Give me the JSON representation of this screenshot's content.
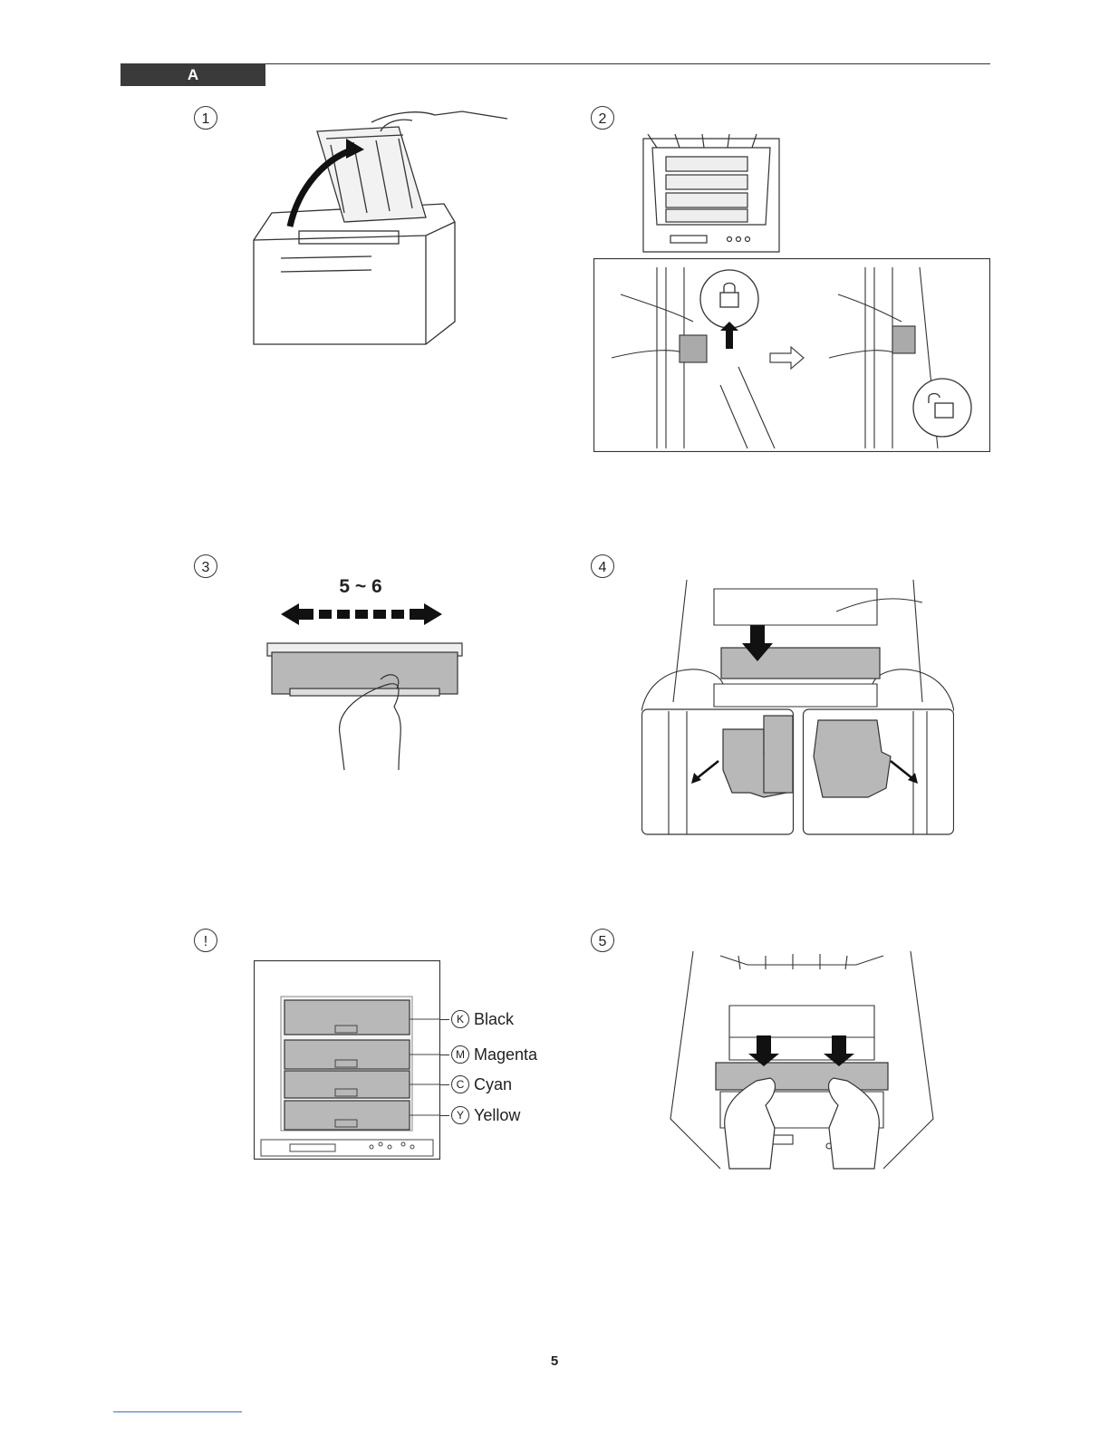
{
  "header": {
    "section_letter": "A"
  },
  "steps": [
    {
      "id": "1",
      "label": "1"
    },
    {
      "id": "2",
      "label": "2"
    },
    {
      "id": "3",
      "label": "3"
    },
    {
      "id": "4",
      "label": "4"
    },
    {
      "id": "caution",
      "label": "!"
    },
    {
      "id": "5",
      "label": "5"
    }
  ],
  "step3": {
    "shake_count": "5 ~ 6"
  },
  "caution": {
    "slots": [
      {
        "letter": "K",
        "name": "Black"
      },
      {
        "letter": "M",
        "name": "Magenta"
      },
      {
        "letter": "C",
        "name": "Cyan"
      },
      {
        "letter": "Y",
        "name": "Yellow"
      }
    ]
  },
  "footer": {
    "page_number": "5"
  },
  "colors": {
    "section_bar": "#3a3a3a",
    "toner_fill": "#b8b8b8",
    "footer_rule": "#3c6fd6"
  }
}
